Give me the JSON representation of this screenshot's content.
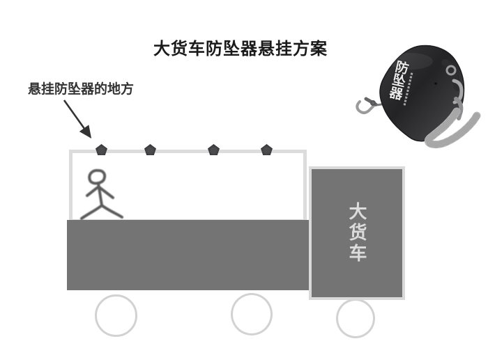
{
  "title": "大货车防坠器悬挂方案",
  "annotation": {
    "label": "悬挂防坠器的地方"
  },
  "truck": {
    "cab_label": "大货车",
    "anchor_count": 4,
    "wheel_count": 3
  },
  "device": {
    "label": "防坠器"
  },
  "colors": {
    "truck_gray": "#747474",
    "light_border": "#d9d9d9",
    "anchor_dark": "#38383a",
    "wheel_stroke": "#d2d2d2",
    "ink": "#333333"
  }
}
